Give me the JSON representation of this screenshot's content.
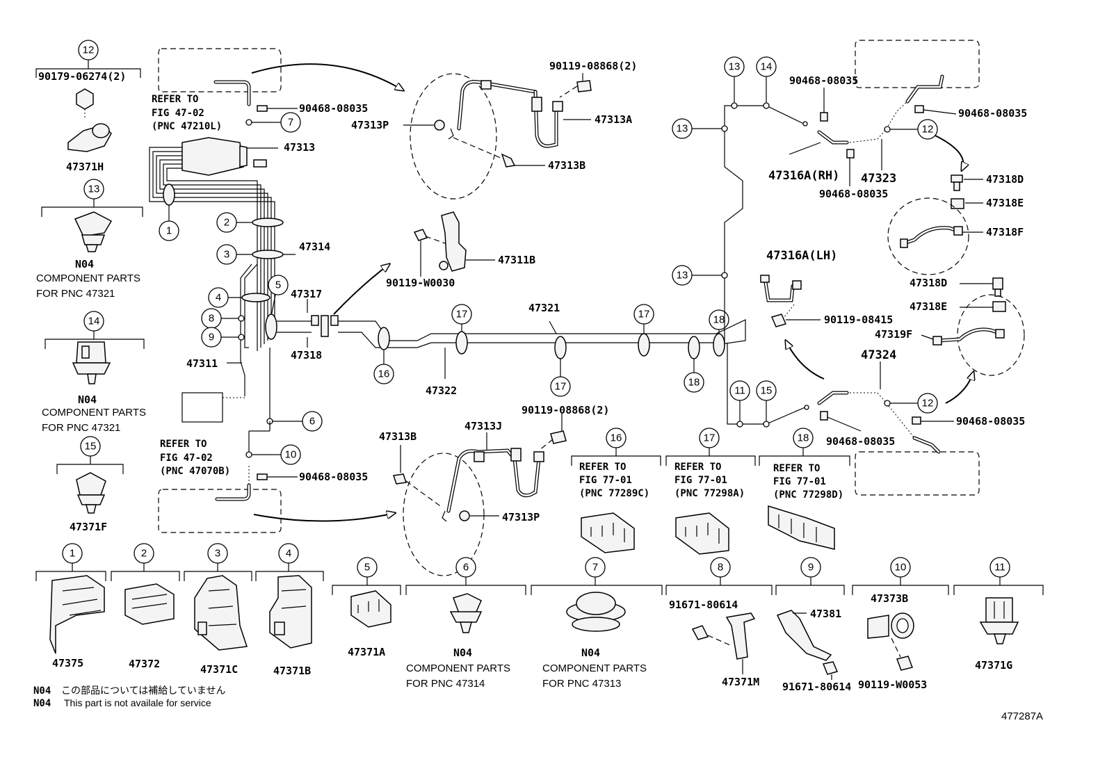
{
  "callouts": {
    "p90179_06274": "90179-06274(2)",
    "p47371H": "47371H",
    "p47371F": "47371F",
    "n04_a": "N04",
    "comp_47321_a_1": "COMPONENT PARTS",
    "comp_47321_a_2": "FOR PNC 47321",
    "n04_b": "N04",
    "comp_47321_b_1": "COMPONENT PARTS",
    "comp_47321_b_2": "FOR PNC 47321",
    "ref_top_1": "REFER TO",
    "ref_top_2": "FIG 47-02",
    "ref_top_3": "(PNC 47210L)",
    "ref_mid_1": "REFER TO",
    "ref_mid_2": "FIG 47-02",
    "ref_mid_3": "(PNC 47070B)",
    "p90468_a": "90468-08035",
    "p90468_b": "90468-08035",
    "p47313": "47313",
    "p47314": "47314",
    "p47317": "47317",
    "p47318": "47318",
    "p47311": "47311",
    "p47322": "47322",
    "p47321": "47321",
    "p90119_08868_a": "90119-08868(2)",
    "p47313A": "47313A",
    "p47313P_a": "47313P",
    "p47313B_a": "47313B",
    "p47311B": "47311B",
    "p90119_W0030": "90119-W0030",
    "p90119_08868_b": "90119-08868(2)",
    "p47313J": "47313J",
    "p47313B_b": "47313B",
    "p47313P_b": "47313P",
    "p90468_c": "90468-08035",
    "p90468_d": "90468-08035",
    "p90468_e": "90468-08035",
    "p47316A_RH": "47316A(RH)",
    "p47323": "47323",
    "p47318D_a": "47318D",
    "p47318E_a": "47318E",
    "p47318F": "47318F",
    "p47316A_LH": "47316A(LH)",
    "p90119_08415": "90119-08415",
    "p47318D_b": "47318D",
    "p47318E_b": "47318E",
    "p47319F": "47319F",
    "p47324": "47324",
    "p90468_f": "90468-08035",
    "p90468_g": "90468-08035",
    "ref16_1": "REFER TO",
    "ref16_2": "FIG 77-01",
    "ref16_3": "(PNC 77289C)",
    "ref17_1": "REFER TO",
    "ref17_2": "FIG 77-01",
    "ref17_3": "(PNC 77298A)",
    "ref18_1": "REFER TO",
    "ref18_2": "FIG 77-01",
    "ref18_3": "(PNC 77298D)",
    "p47375": "47375",
    "p47372": "47372",
    "p47371C": "47371C",
    "p47371B": "47371B",
    "p47371A": "47371A",
    "n04_c": "N04",
    "comp_47314_1": "COMPONENT PARTS",
    "comp_47314_2": "FOR PNC 47314",
    "n04_d": "N04",
    "comp_47313_1": "COMPONENT PARTS",
    "comp_47313_2": "FOR PNC 47313",
    "p91671_80614_a": "91671-80614",
    "p47371M": "47371M",
    "p47381": "47381",
    "p91671_80614_b": "91671-80614",
    "p47373B": "47373B",
    "p90119_W0053": "90119-W0053",
    "p47371G": "47371G"
  },
  "circle_numbers": [
    "1",
    "2",
    "3",
    "4",
    "5",
    "6",
    "7",
    "8",
    "9",
    "10",
    "11",
    "12",
    "13",
    "14",
    "15",
    "16",
    "17",
    "18"
  ],
  "notes": {
    "jp_code": "N04",
    "jp_text": "この部品については補給していません",
    "en_code": "N04",
    "en_text": "This part is not availale for service"
  },
  "figure_id": "477287A"
}
